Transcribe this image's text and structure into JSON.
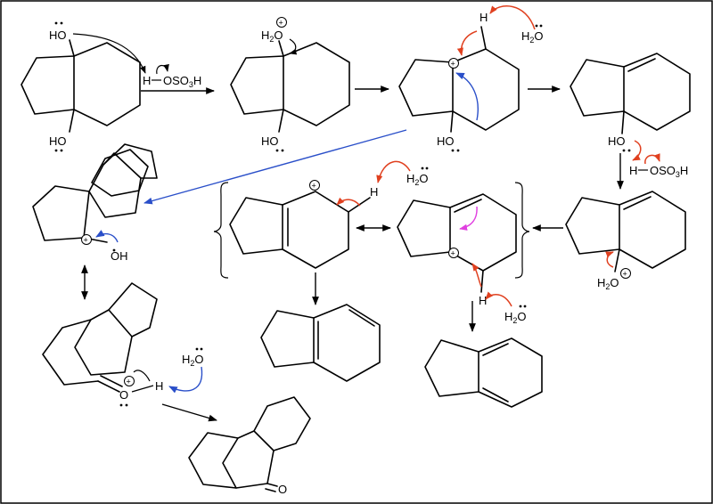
{
  "colors": {
    "mechanism_arrow_black": "#000000",
    "electron_push_red": "#e0401f",
    "electron_push_blue": "#2a4fc9",
    "electron_push_magenta": "#e040e0"
  },
  "labels": {
    "hydroxyl": "HO",
    "hydroxyl_right": "OH",
    "hydrogen": "H",
    "sulfuric_acid_rest": "OSO",
    "sulfuric_acid_sub": "3",
    "sulfuric_acid_end": "H",
    "water_h": "H",
    "water_sub": "2",
    "water_o": "O",
    "oxygen": "O",
    "plus": "+"
  }
}
